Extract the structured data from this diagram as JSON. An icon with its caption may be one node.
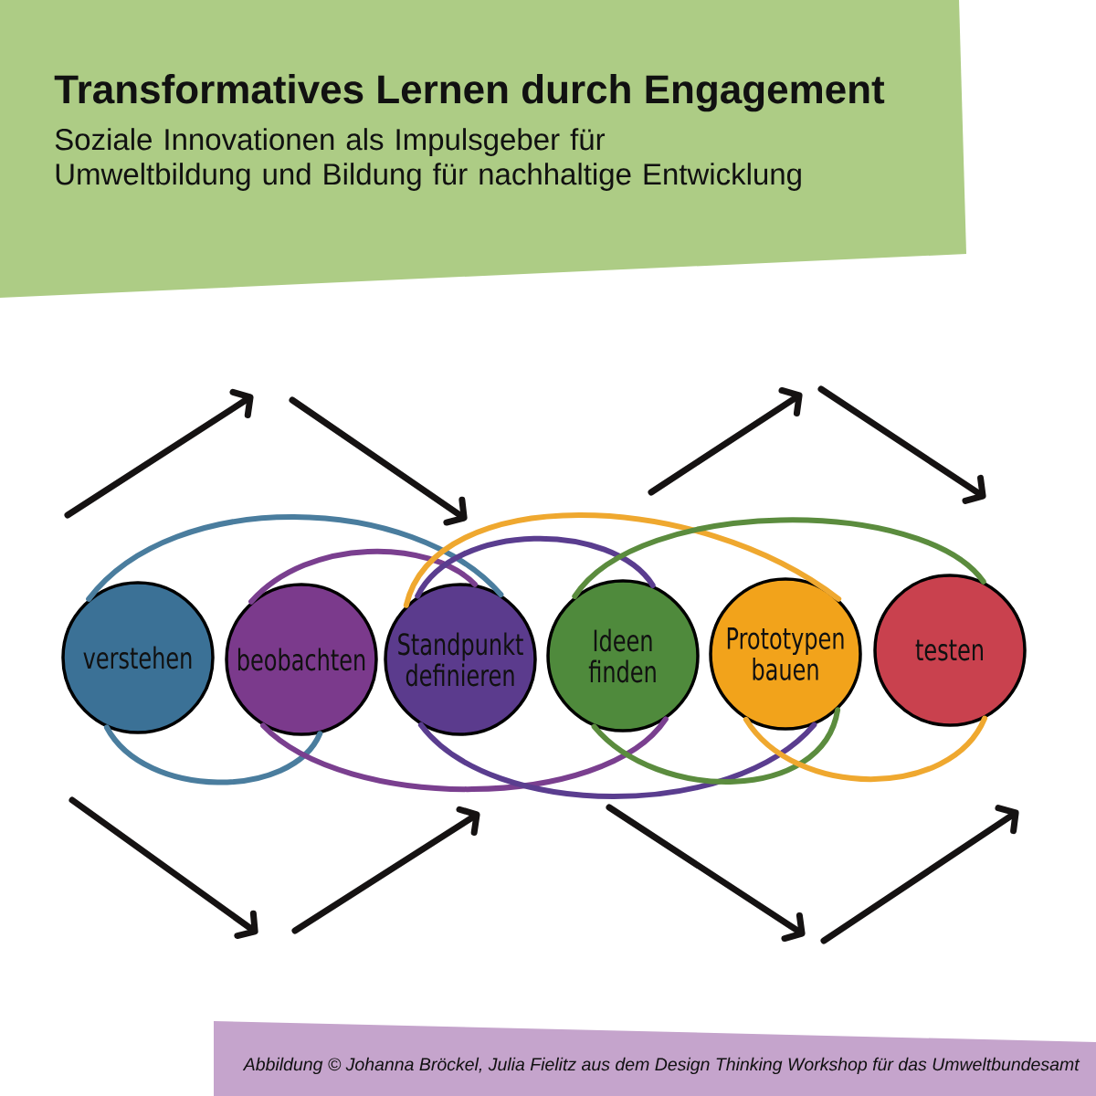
{
  "diagram": {
    "title": "Transformatives Lernen durch Engagement",
    "caption": "Abbildung © Johanna Bröckel, Julia Fielitz aus dem Design Thinking Workshop für das Umweltbundesamt",
    "nodes": [
      {
        "text": [
          "verstehen"
        ]
      },
      {
        "text": [
          "beobachten"
        ]
      },
      {
        "text": [
          "Standpunkt definieren"
        ]
      },
      {
        "text": [
          "Ideen finden"
        ]
      },
      {
        "text": [
          "Prototypen bauen"
        ]
      },
      {
        "text": [
          "testen"
        ]
      }
    ],
    "edges": [
      {
        "from": 0,
        "to": 2,
        "arrow": "none",
        "color": "#4a7d9e"
      },
      {
        "from": 1,
        "to": 2,
        "arrow": "none",
        "color": "#7a3f8f"
      },
      {
        "from": 2,
        "to": 4,
        "arrow": "none",
        "color": "#efa82f"
      },
      {
        "from": 2,
        "to": 3,
        "arrow": "none",
        "color": "#5a3d8f"
      },
      {
        "from": 3,
        "to": 5,
        "arrow": "none",
        "color": "#5b8c3e"
      },
      {
        "from": 0,
        "to": 1,
        "arrow": "none",
        "color": "#4a7d9e"
      },
      {
        "from": 1,
        "to": 3,
        "arrow": "none",
        "color": "#7a3f8f"
      },
      {
        "from": 2,
        "to": 4,
        "arrow": "none",
        "color": "#5a3d8f"
      },
      {
        "from": 3,
        "to": 4,
        "arrow": "none",
        "color": "#5b8c3e"
      },
      {
        "from": 4,
        "to": 5,
        "arrow": "none",
        "color": "#efa82f"
      }
    ],
    "labels": [
      "Soziale Innovationen als Impulsgeber für Umweltbildung und Bildung für nachhaltige Entwicklung"
    ]
  }
}
